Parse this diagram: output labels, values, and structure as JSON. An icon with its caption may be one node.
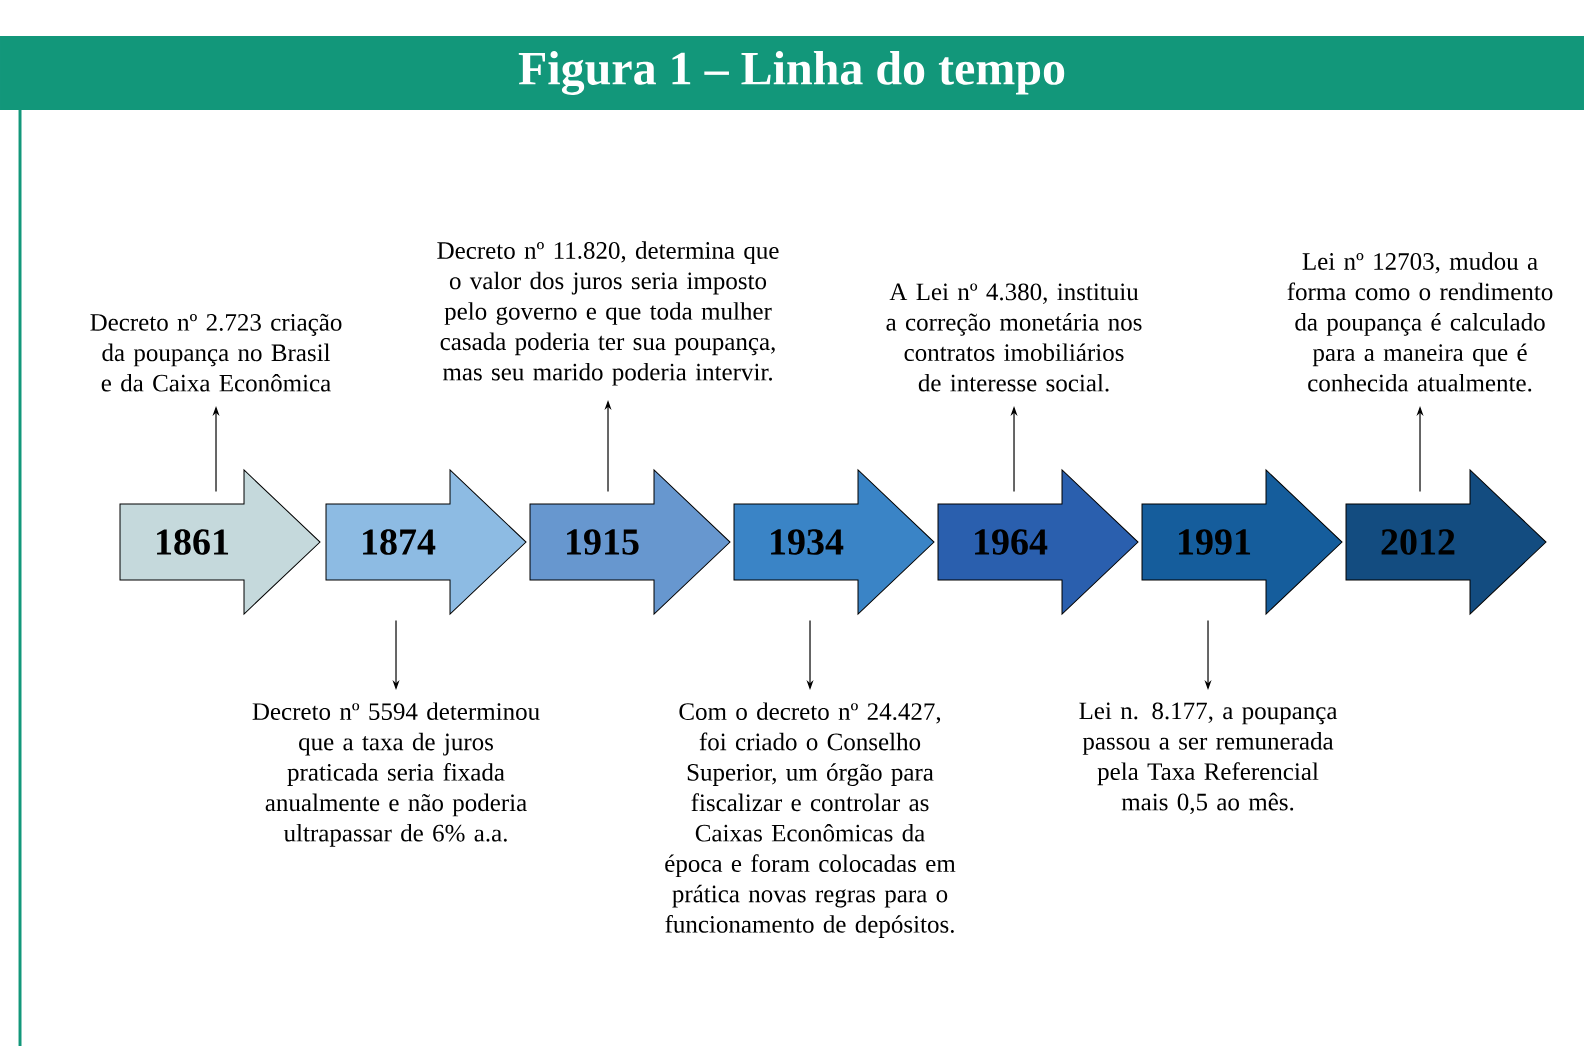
{
  "diagram": {
    "title": "Figura 1 – Linha do tempo",
    "nodes": [
      {
        "text": [
          "1861"
        ]
      },
      {
        "text": [
          "1874"
        ]
      },
      {
        "text": [
          "1915"
        ]
      },
      {
        "text": [
          "1934"
        ]
      },
      {
        "text": [
          "1964"
        ]
      },
      {
        "text": [
          "1991"
        ]
      },
      {
        "text": [
          "2012"
        ]
      },
      {
        "text": [
          "Decreto nº 2.723 criação da poupança no Brasil e da Caixa Econômica"
        ]
      },
      {
        "text": [
          "Decreto nº 5594 determinou que a taxa de juros praticada seria fixada anualmente e não poderia ultrapassar de 6% a.a."
        ]
      },
      {
        "text": [
          "Decreto nº 11.820, determina que o valor dos juros seria imposto pelo governo e que toda mulher casada poderia ter sua poupança, mas seu marido poderia intervir."
        ]
      },
      {
        "text": [
          "Com o decreto nº 24.427, foi criado o Conselho Superior, um órgão para fiscalizar e controlar as Caixas Econômicas da época e foram colocadas em prática novas regras para o funcionamento de depósitos."
        ]
      },
      {
        "text": [
          "A Lei nº 4.380, instituiu a correção monetária nos contratos imobiliários de interesse social."
        ]
      },
      {
        "text": [
          "Lei n. 8.177, a poupança passou a ser remunerada pela Taxa Referencial mais 0,5 ao mês."
        ]
      },
      {
        "text": [
          "Lei nº 12703, mudou a forma como o rendimento da poupança é calculado para a maneira que é conhecida atualmente."
        ]
      }
    ],
    "edges": [
      {
        "from": 0,
        "to": 7,
        "arrow": "to"
      },
      {
        "from": 1,
        "to": 8,
        "arrow": "to"
      },
      {
        "from": 2,
        "to": 9,
        "arrow": "to"
      },
      {
        "from": 3,
        "to": 10,
        "arrow": "to"
      },
      {
        "from": 4,
        "to": 11,
        "arrow": "to"
      },
      {
        "from": 5,
        "to": 12,
        "arrow": "to"
      },
      {
        "from": 6,
        "to": 13,
        "arrow": "to"
      }
    ]
  }
}
